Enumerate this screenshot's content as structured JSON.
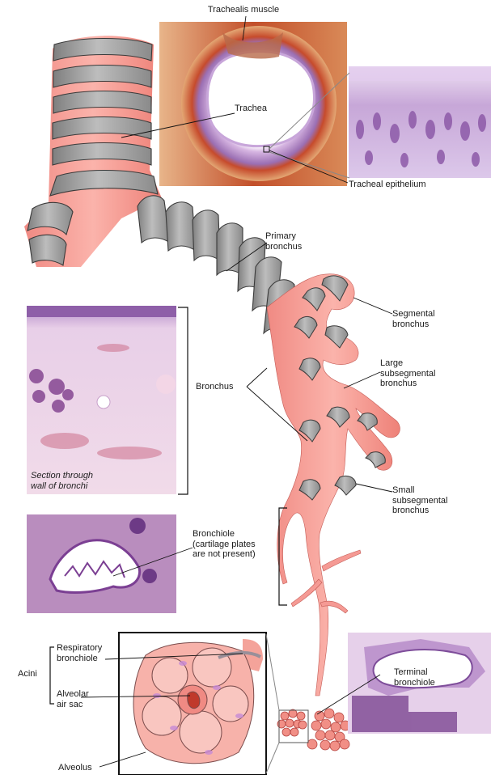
{
  "labels": {
    "trachealis_muscle": "Trachealis muscle",
    "trachea": "Trachea",
    "tracheal_epithelium": "Tracheal epithelium",
    "primary_bronchus": "Primary\nbronchus",
    "segmental_bronchus": "Segmental\nbronchus",
    "large_subsegmental_bronchus": "Large\nsubsegmental\nbronchus",
    "bronchus": "Bronchus",
    "section_through_wall": "Section through\nwall of bronchi",
    "small_subsegmental_bronchus": "Small\nsubsegmental\nbronchus",
    "bronchiole": "Bronchiole\n(cartilage plates\nare not present)",
    "acini": "Acini",
    "respiratory_bronchiole": "Respiratory\nbronchiole",
    "alveolar_air_sac": "Alveolar\nair sac",
    "terminal_bronchiole": "Terminal\nbronchiole",
    "alveolus": "Alveolus"
  },
  "colors": {
    "airway_pink": "#f59a94",
    "airway_light": "#f9c1bb",
    "cartilage_gray": "#a9a9a9",
    "tissue_purple": "#b994c9",
    "tissue_red": "#b9502e",
    "line": "#1a1a1a"
  }
}
